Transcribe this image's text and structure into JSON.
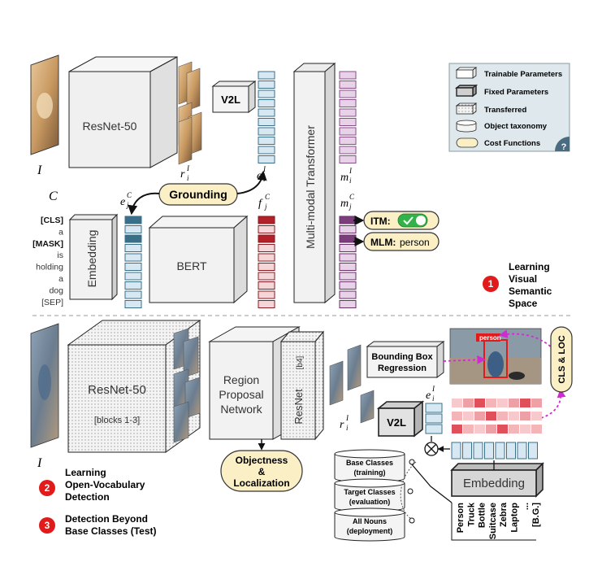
{
  "top": {
    "image_label": "I",
    "resnet_label": "ResNet-50",
    "region_label": "r",
    "region_sup": "I",
    "region_sub": "i",
    "v2l_label": "V2L",
    "e_visual_label": "e",
    "e_visual_sup": "I",
    "e_visual_sub": "i",
    "transformer_label": "Multi-modal Transformer",
    "m_visual_label": "m",
    "m_visual_sup": "I",
    "m_visual_sub": "i",
    "caption_symbol": "C",
    "caption_tokens": [
      "[CLS]",
      "a",
      "[MASK]",
      "is",
      "holding",
      "a",
      "dog",
      "[SEP]"
    ],
    "embedding_label": "Embedding",
    "e_text_label": "e",
    "e_text_sup": "C",
    "e_text_sub": "j",
    "grounding_label": "Grounding",
    "bert_label": "BERT",
    "f_text_label": "f",
    "f_text_sup": "C",
    "f_text_sub": "j",
    "m_text_label": "m",
    "m_text_sup": "C",
    "m_text_sub": "j",
    "itm_label": "ITM:",
    "mlm_label": "MLM:",
    "mlm_value": "person"
  },
  "legend": {
    "items": [
      "Trainable Parameters",
      "Fixed Parameters",
      "Transferred",
      "Object taxonomy",
      "Cost Functions"
    ],
    "help_icon": "?"
  },
  "stages": [
    {
      "number": "1",
      "lines": [
        "Learning",
        "Visual",
        "Semantic",
        "Space"
      ]
    },
    {
      "number": "2",
      "lines": [
        "Learning",
        "Open-Vocabulary",
        "Detection"
      ]
    },
    {
      "number": "3",
      "lines": [
        "Detection Beyond",
        "Base Classes (Test)"
      ]
    }
  ],
  "bottom": {
    "image_label": "I",
    "resnet_label": "ResNet-50",
    "resnet_sub": "[blocks 1-3]",
    "rpn_lines": [
      "Region",
      "Proposal",
      "Network"
    ],
    "resnet_b4_label": "ResNet",
    "resnet_b4_sub": "[b4]",
    "objectness_lines": [
      "Objectness",
      "&",
      "Localization"
    ],
    "bbox_lines": [
      "Bounding Box",
      "Regression"
    ],
    "region_label": "r",
    "region_sup": "I",
    "region_sub": "i",
    "v2l_label": "V2L",
    "e_label": "e",
    "e_sup": "I",
    "e_sub": "i",
    "detection_tag": "person",
    "cls_loc_label": "CLS & LOC",
    "class_sets": [
      {
        "name": "Base Classes",
        "sub": "(training)"
      },
      {
        "name": "Target Classes",
        "sub": "(evaluation)"
      },
      {
        "name": "All Nouns",
        "sub": "(deployment)"
      }
    ],
    "embedding_label": "Embedding",
    "class_names": [
      "Person",
      "Truck",
      "Bottle",
      "Suitcase",
      "Zebra",
      "Laptop",
      "...",
      "[B.G.]"
    ]
  },
  "colors": {
    "visual_token": "#d8e8f2",
    "visual_token_dark": "#3a6f8a",
    "text_token_red": "#b3202a",
    "mm_token": "#e8d2e8",
    "mm_token_dark": "#7b3d7b",
    "pill_fill": "#fbefc6",
    "legend_bg": "#dfe8ec",
    "stage_badge": "#e11b1b",
    "dashed_arrow": "#d02bd0",
    "score_red": "#e0505a"
  },
  "icons": [
    "check-toggle-icon",
    "multiply-circle-icon",
    "help-icon"
  ]
}
